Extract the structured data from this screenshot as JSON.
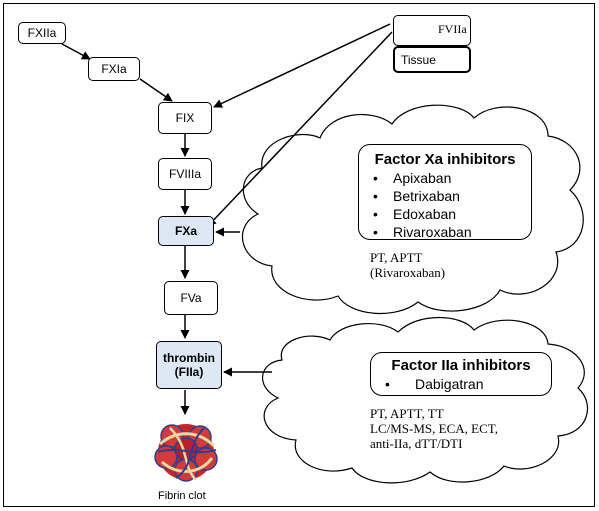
{
  "pathway": {
    "fxiia": "FXIIa",
    "fxia": "FXIa",
    "fviia": "FVIIa",
    "tissue": "Tissue",
    "fix": "FIX",
    "fviiia": "FVIIIa",
    "fxa": "FXa",
    "fva": "FVa",
    "thrombin_line1": "thrombin",
    "thrombin_line2": "(FIIa)",
    "clot_label": "Fibrin clot"
  },
  "xa_panel": {
    "title": "Factor Xa inhibitors",
    "drugs": [
      "Apixaban",
      "Betrixaban",
      "Edoxaban",
      "Rivaroxaban"
    ],
    "tests": [
      "PT, APTT",
      "(Rivaroxaban)"
    ]
  },
  "iia_panel": {
    "title": "Factor IIa inhibitors",
    "drugs": [
      "Dabigatran"
    ],
    "tests": [
      "PT, APTT, TT",
      "LC/MS-MS, ECA, ECT,",
      "anti-IIa, dTT/DTI"
    ]
  },
  "colors": {
    "key_node_fill": "#dde8f4",
    "clot_red": "#c0282b",
    "clot_strand": "#2f3f8f",
    "clot_fibrin": "#e8d9a0"
  }
}
